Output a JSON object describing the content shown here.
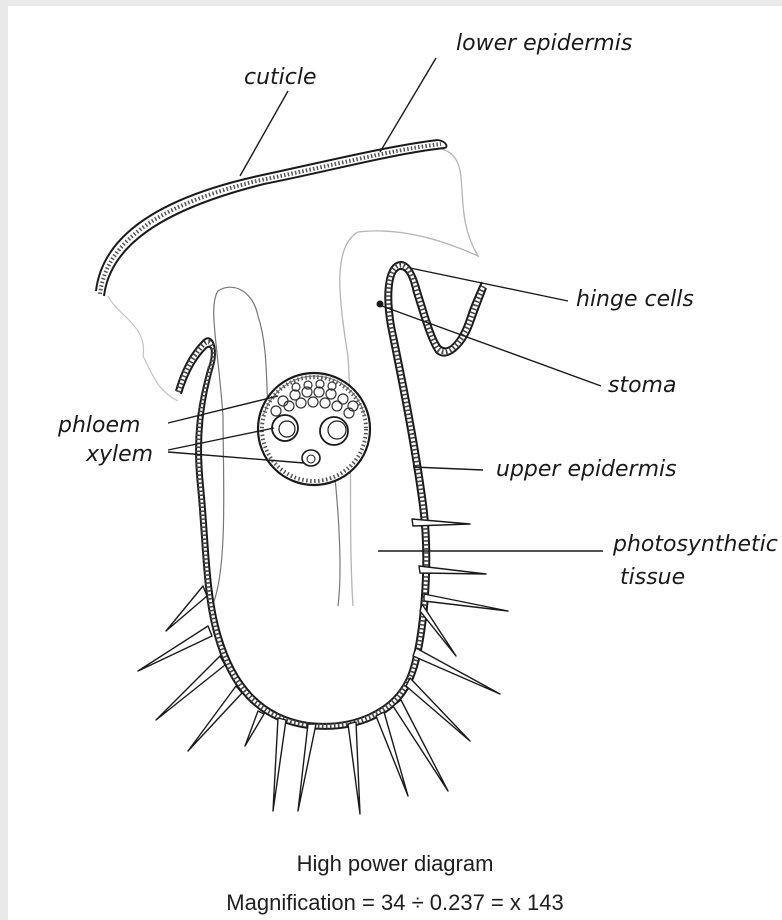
{
  "labels": {
    "cuticle": "cuticle",
    "lower_epidermis": "lower epidermis",
    "hinge_cells": "hinge cells",
    "stoma": "stoma",
    "phloem": "phloem",
    "xylem": "xylem",
    "upper_epidermis": "upper epidermis",
    "photosynthetic": "photosynthetic",
    "tissue": "tissue"
  },
  "caption": {
    "title": "High power diagram",
    "magnification": "Magnification = 34 ÷ 0.237 = x 143"
  }
}
